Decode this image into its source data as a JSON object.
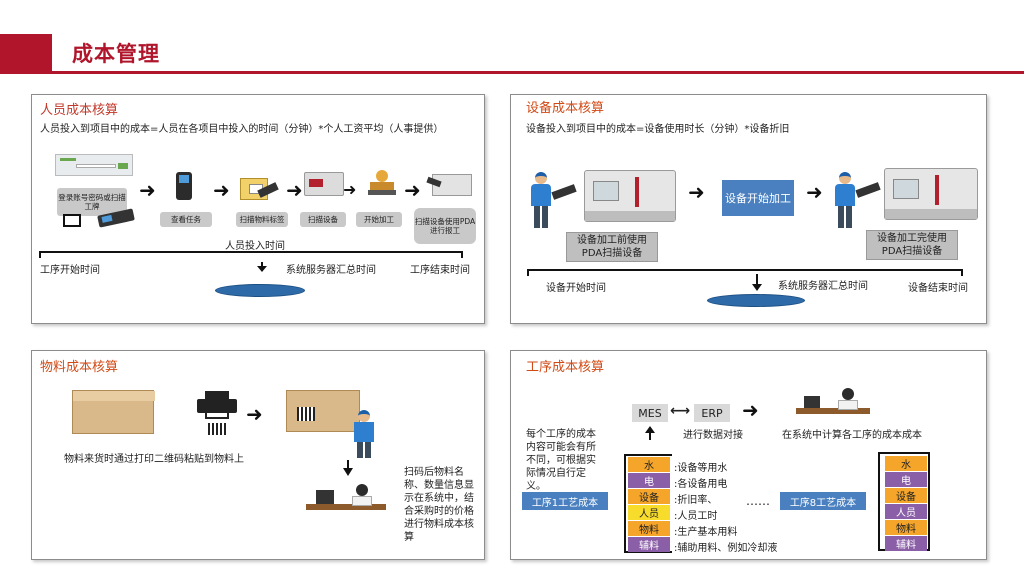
{
  "header": {
    "title": "成本管理"
  },
  "personnel": {
    "title": "人员成本核算",
    "formula": "人员投入到项目中的成本=人员在各项目中投入的时间（分钟）*个人工资平均（人事提供）",
    "steps": [
      "登录账号密码或扫描工牌",
      "查看任务",
      "扫描物料标签",
      "扫描设备",
      "开始加工",
      "扫描设备使用PDA进行报工"
    ],
    "invest_label": "人员投入时间",
    "start_label": "工序开始时间",
    "server_label": "系统服务器汇总时间",
    "end_label": "工序结束时间"
  },
  "equipment": {
    "title": "设备成本核算",
    "formula": "设备投入到项目中的成本=设备使用时长（分钟）*设备折旧",
    "start_box": "设备开始加工",
    "before_label": "设备加工前使用PDA扫描设备",
    "after_label": "设备加工完使用PDA扫描设备",
    "start_time": "设备开始时间",
    "server_label": "系统服务器汇总时间",
    "end_time": "设备结束时间"
  },
  "material": {
    "title": "物料成本核算",
    "caption": "物料来货时通过打印二维码粘贴到物料上",
    "desc": "扫码后物料名称、数量信息显示在系统中，结合采购时的价格进行物料成本核算"
  },
  "process": {
    "title": "工序成本核算",
    "mes": "MES",
    "erp": "ERP",
    "dock_label": "进行数据对接",
    "calc_label": "在系统中计算各工序的成本成本",
    "note": "每个工序的成本内容可能会有所不同，可根据实际情况自行定义。",
    "proc1": "工序1工艺成本",
    "proc8": "工序8工艺成本",
    "ellipsis": "……",
    "items": [
      {
        "name": "水",
        "desc": ":设备等用水"
      },
      {
        "name": "电",
        "desc": ":各设备用电"
      },
      {
        "name": "设备",
        "desc": ":折旧率、"
      },
      {
        "name": "人员",
        "desc": ":人员工时"
      },
      {
        "name": "物料",
        "desc": ":生产基本用料"
      },
      {
        "name": "辅料",
        "desc": ":辅助用料、例如冷却液"
      }
    ]
  }
}
